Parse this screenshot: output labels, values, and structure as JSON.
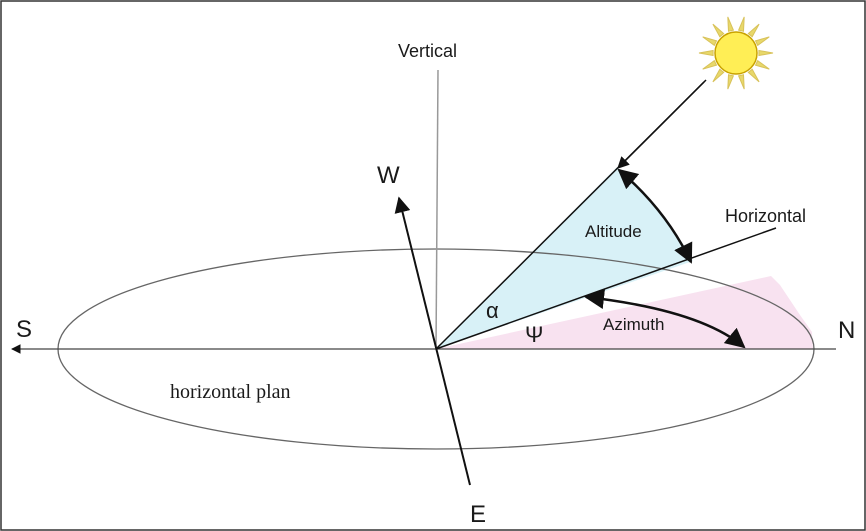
{
  "diagram": {
    "labels": {
      "vertical": "Vertical",
      "horizontal": "Horizontal",
      "west": "W",
      "east": "E",
      "south": "S",
      "north": "N",
      "altitude": "Altitude",
      "azimuth": "Azimuth",
      "alpha": "α",
      "psi": "Ψ",
      "horizontal_plan": "horizontal plan"
    },
    "colors": {
      "altitude_fill": "#d8f1f7",
      "azimuth_fill": "#f8e2f0",
      "sun_fill": "#ffee55",
      "sun_stroke": "#c9a200",
      "sun_rays": "#e8d86a",
      "line": "#222222",
      "ellipse": "#666666",
      "frame": "#333333"
    },
    "icons": {
      "sun": "sun-icon"
    }
  }
}
